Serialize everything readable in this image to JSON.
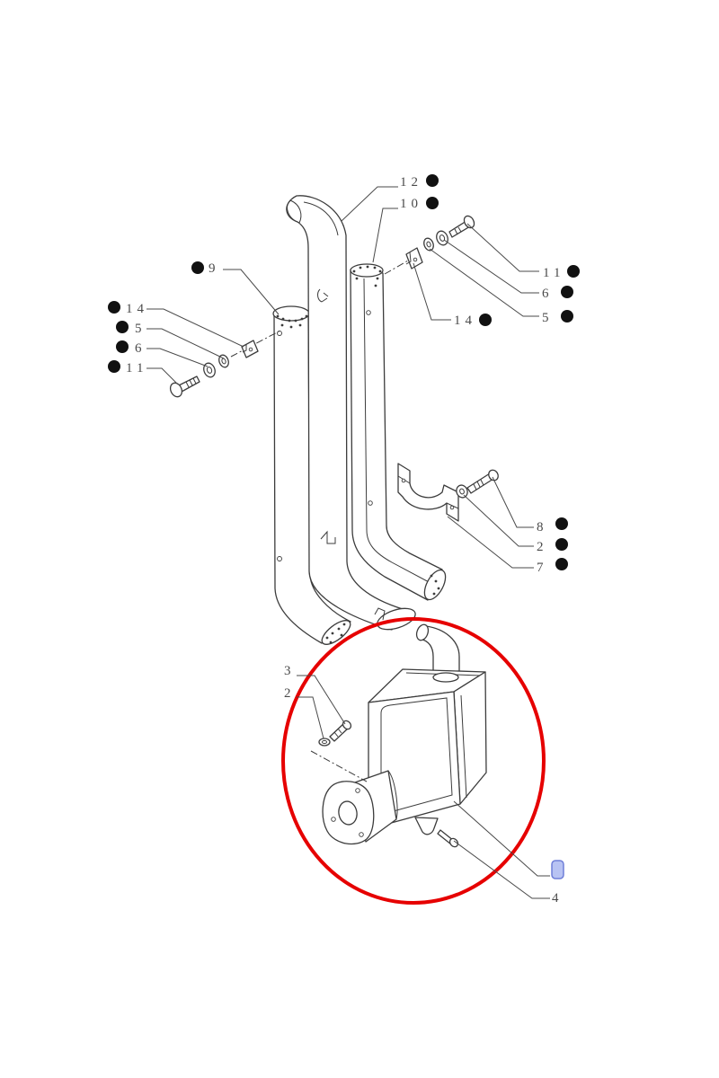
{
  "callouts": {
    "twelve": "12",
    "ten": "10",
    "nine": "9",
    "fourteen_left": "14",
    "five_left": "5",
    "six_left": "6",
    "eleven_left": "11",
    "eleven_right": "11",
    "six_right": "6",
    "five_right": "5",
    "fourteen_mid": "14",
    "eight": "8",
    "two_right": "2",
    "seven": "7",
    "three": "3",
    "two_lower": "2",
    "four": "4"
  },
  "colors": {
    "highlight_ring": "#e60000",
    "marker_fill": "#b8c3f3",
    "marker_stroke": "#6f7fd8",
    "linework": "#3c3c3c",
    "bullet": "#111111"
  }
}
